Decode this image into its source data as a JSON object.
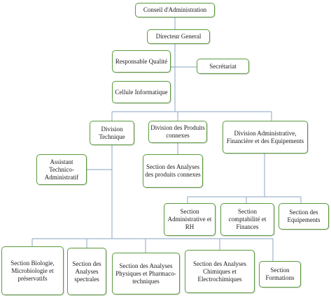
{
  "org_chart": {
    "line_color": "#9fb3cf",
    "border_color": "#5a9a3c",
    "units": {
      "conseil": "Conseil d'Administration",
      "directeur": "Directeur General",
      "qualite": "Responsable Qualité",
      "secretariat": "Secrétariat",
      "cellule": "Cellule Informatique",
      "div_technique": "Division Technique",
      "div_produits": "Division des Produits connexes",
      "div_admin": "Division Administrative, Financière et des Equipements",
      "assistant": "Assistant Technico-Administratif",
      "sec_analyses_pc": "Section des Analyses des produits connexes",
      "sec_admin_rh": "Section Administrative et RH",
      "sec_compta": "Section comptabilité et Finances",
      "sec_equipements": "Section des Equipements",
      "sec_biologie": "Section Biologie, Microbiologie et préservatifs",
      "sec_spectrales": "Section des Analyses spectrales",
      "sec_physiques": "Section des Analyses Physiques et Pharmaco-techniques",
      "sec_chimiques": "Section des Analyses Chimiques et Electrochimiques",
      "sec_formations": "Section Formations"
    }
  }
}
